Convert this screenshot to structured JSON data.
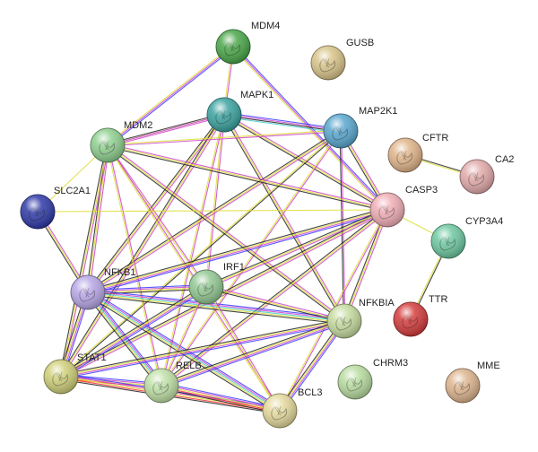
{
  "nodes": [
    {
      "id": "MDM4",
      "label": "MDM4",
      "color": "#4aa64a"
    },
    {
      "id": "GUSB",
      "label": "GUSB",
      "color": "#d9c48a"
    },
    {
      "id": "MAPK1",
      "label": "MAPK1",
      "color": "#3ba3a0"
    },
    {
      "id": "MAP2K1",
      "label": "MAP2K1",
      "color": "#5aa7cf"
    },
    {
      "id": "MDM2",
      "label": "MDM2",
      "color": "#8fcf8f"
    },
    {
      "id": "CFTR",
      "label": "CFTR",
      "color": "#e0b48a"
    },
    {
      "id": "CA2",
      "label": "CA2",
      "color": "#e2aaaa"
    },
    {
      "id": "SLC2A1",
      "label": "SLC2A1",
      "color": "#2f3aa7"
    },
    {
      "id": "CASP3",
      "label": "CASP3",
      "color": "#f0aeb6"
    },
    {
      "id": "CYP3A4",
      "label": "CYP3A4",
      "color": "#6ec8a0"
    },
    {
      "id": "NFKB1",
      "label": "NFKB1",
      "color": "#b8a7e6"
    },
    {
      "id": "IRF1",
      "label": "IRF1",
      "color": "#93c893"
    },
    {
      "id": "NFKBIA",
      "label": "NFKBIA",
      "color": "#c6dba0"
    },
    {
      "id": "TTR",
      "label": "TTR",
      "color": "#d43c3c"
    },
    {
      "id": "STAT1",
      "label": "STAT1",
      "color": "#cfcf7a"
    },
    {
      "id": "RELB",
      "label": "RELB",
      "color": "#bfe0a6"
    },
    {
      "id": "BCL3",
      "label": "BCL3",
      "color": "#e4d99c"
    },
    {
      "id": "CHRM3",
      "label": "CHRM3",
      "color": "#b8dca0"
    },
    {
      "id": "MME",
      "label": "MME",
      "color": "#ddb48e"
    }
  ],
  "edges": [
    {
      "source": "MDM4",
      "target": "MDM2",
      "evidence": [
        "#3a3aff",
        "#cc44cc",
        "#dddd33"
      ]
    },
    {
      "source": "MDM4",
      "target": "CASP3",
      "evidence": [
        "#3a3aff",
        "#cc44cc",
        "#dddd33"
      ]
    },
    {
      "source": "MDM4",
      "target": "MAPK1",
      "evidence": [
        "#cc44cc",
        "#dddd33"
      ]
    },
    {
      "source": "MAPK1",
      "target": "MAP2K1",
      "evidence": [
        "#3a3aff",
        "#cc44cc",
        "#222222",
        "#44cccc"
      ]
    },
    {
      "source": "MAPK1",
      "target": "MDM2",
      "evidence": [
        "#cc44cc",
        "#dddd33",
        "#222222"
      ]
    },
    {
      "source": "MAPK1",
      "target": "CASP3",
      "evidence": [
        "#cc44cc",
        "#dddd33",
        "#222222"
      ]
    },
    {
      "source": "MAPK1",
      "target": "NFKB1",
      "evidence": [
        "#cc44cc",
        "#dddd33",
        "#222222"
      ]
    },
    {
      "source": "MAPK1",
      "target": "STAT1",
      "evidence": [
        "#cc44cc",
        "#dddd33",
        "#222222"
      ]
    },
    {
      "source": "MAPK1",
      "target": "NFKBIA",
      "evidence": [
        "#cc44cc",
        "#dddd33",
        "#222222"
      ]
    },
    {
      "source": "MAPK1",
      "target": "IRF1",
      "evidence": [
        "#cc44cc",
        "#dddd33"
      ]
    },
    {
      "source": "MAPK1",
      "target": "RELB",
      "evidence": [
        "#cc44cc",
        "#dddd33"
      ]
    },
    {
      "source": "MAP2K1",
      "target": "MDM2",
      "evidence": [
        "#cc44cc",
        "#dddd33"
      ]
    },
    {
      "source": "MAP2K1",
      "target": "CASP3",
      "evidence": [
        "#cc44cc",
        "#dddd33",
        "#222222"
      ]
    },
    {
      "source": "MAP2K1",
      "target": "NFKB1",
      "evidence": [
        "#cc44cc",
        "#dddd33",
        "#222222"
      ]
    },
    {
      "source": "MAP2K1",
      "target": "NFKBIA",
      "evidence": [
        "#cc44cc",
        "#222222"
      ]
    },
    {
      "source": "MAP2K1",
      "target": "STAT1",
      "evidence": [
        "#222222",
        "#dddd33"
      ]
    },
    {
      "source": "MAP2K1",
      "target": "RELB",
      "evidence": [
        "#cc44cc",
        "#dddd33"
      ]
    },
    {
      "source": "MDM2",
      "target": "CASP3",
      "evidence": [
        "#cc44cc",
        "#dddd33",
        "#222222"
      ]
    },
    {
      "source": "MDM2",
      "target": "NFKB1",
      "evidence": [
        "#cc44cc",
        "#dddd33",
        "#222222"
      ]
    },
    {
      "source": "MDM2",
      "target": "STAT1",
      "evidence": [
        "#cc44cc",
        "#dddd33",
        "#222222"
      ]
    },
    {
      "source": "MDM2",
      "target": "NFKBIA",
      "evidence": [
        "#cc44cc",
        "#dddd33",
        "#222222"
      ]
    },
    {
      "source": "MDM2",
      "target": "IRF1",
      "evidence": [
        "#cc44cc",
        "#dddd33"
      ]
    },
    {
      "source": "MDM2",
      "target": "RELB",
      "evidence": [
        "#cc44cc",
        "#dddd33"
      ]
    },
    {
      "source": "MDM2",
      "target": "BCL3",
      "evidence": [
        "#cc44cc",
        "#dddd33"
      ]
    },
    {
      "source": "CFTR",
      "target": "CA2",
      "evidence": [
        "#222222",
        "#dddd33"
      ]
    },
    {
      "source": "SLC2A1",
      "target": "CASP3",
      "evidence": [
        "#dddd33"
      ]
    },
    {
      "source": "SLC2A1",
      "target": "NFKB1",
      "evidence": [
        "#cc44cc",
        "#dddd33",
        "#222222"
      ]
    },
    {
      "source": "CASP3",
      "target": "CYP3A4",
      "evidence": [
        "#dddd33"
      ]
    },
    {
      "source": "CASP3",
      "target": "NFKB1",
      "evidence": [
        "#3a3aff",
        "#cc44cc",
        "#dddd33",
        "#222222"
      ]
    },
    {
      "source": "CASP3",
      "target": "STAT1",
      "evidence": [
        "#cc44cc",
        "#dddd33",
        "#222222"
      ]
    },
    {
      "source": "CASP3",
      "target": "NFKBIA",
      "evidence": [
        "#cc44cc",
        "#dddd33",
        "#222222"
      ]
    },
    {
      "source": "CASP3",
      "target": "IRF1",
      "evidence": [
        "#cc44cc",
        "#dddd33",
        "#222222"
      ]
    },
    {
      "source": "CASP3",
      "target": "RELB",
      "evidence": [
        "#cc44cc",
        "#dddd33",
        "#222222"
      ]
    },
    {
      "source": "CASP3",
      "target": "BCL3",
      "evidence": [
        "#cc44cc",
        "#dddd33"
      ]
    },
    {
      "source": "CYP3A4",
      "target": "TTR",
      "evidence": [
        "#222222",
        "#dddd33"
      ]
    },
    {
      "source": "NFKB1",
      "target": "IRF1",
      "evidence": [
        "#3a3aff",
        "#cc44cc",
        "#dddd33",
        "#222222"
      ]
    },
    {
      "source": "NFKB1",
      "target": "NFKBIA",
      "evidence": [
        "#3a3aff",
        "#cc44cc",
        "#44cccc",
        "#dddd33",
        "#222222"
      ]
    },
    {
      "source": "NFKB1",
      "target": "STAT1",
      "evidence": [
        "#3a3aff",
        "#cc44cc",
        "#dddd33",
        "#222222"
      ]
    },
    {
      "source": "NFKB1",
      "target": "RELB",
      "evidence": [
        "#3a3aff",
        "#cc44cc",
        "#44cccc",
        "#dddd33",
        "#222222"
      ]
    },
    {
      "source": "NFKB1",
      "target": "BCL3",
      "evidence": [
        "#3a3aff",
        "#cc44cc",
        "#44cccc",
        "#dddd33",
        "#222222"
      ]
    },
    {
      "source": "IRF1",
      "target": "STAT1",
      "evidence": [
        "#3a3aff",
        "#cc44cc",
        "#dddd33",
        "#222222"
      ]
    },
    {
      "source": "IRF1",
      "target": "NFKBIA",
      "evidence": [
        "#cc44cc",
        "#dddd33",
        "#222222"
      ]
    },
    {
      "source": "IRF1",
      "target": "RELB",
      "evidence": [
        "#cc44cc",
        "#dddd33"
      ]
    },
    {
      "source": "IRF1",
      "target": "BCL3",
      "evidence": [
        "#cc44cc",
        "#dddd33"
      ]
    },
    {
      "source": "NFKBIA",
      "target": "STAT1",
      "evidence": [
        "#3a3aff",
        "#cc44cc",
        "#dddd33",
        "#222222"
      ]
    },
    {
      "source": "NFKBIA",
      "target": "RELB",
      "evidence": [
        "#3a3aff",
        "#cc44cc",
        "#dddd33",
        "#222222"
      ]
    },
    {
      "source": "NFKBIA",
      "target": "BCL3",
      "evidence": [
        "#3a3aff",
        "#cc44cc",
        "#dddd33",
        "#222222"
      ]
    },
    {
      "source": "STAT1",
      "target": "RELB",
      "evidence": [
        "#3a3aff",
        "#cc44cc",
        "#dddd33",
        "#ff3333"
      ]
    },
    {
      "source": "STAT1",
      "target": "BCL3",
      "evidence": [
        "#3a3aff",
        "#cc44cc",
        "#dddd33",
        "#ff3333",
        "#222222"
      ]
    },
    {
      "source": "RELB",
      "target": "BCL3",
      "evidence": [
        "#3a3aff",
        "#cc44cc",
        "#dddd33",
        "#ff3333",
        "#222222"
      ]
    },
    {
      "source": "MDM2",
      "target": "MAPK1",
      "evidence": [
        "#cc44cc"
      ]
    },
    {
      "source": "SLC2A1",
      "target": "MDM2",
      "evidence": [
        "#dddd33"
      ]
    }
  ]
}
